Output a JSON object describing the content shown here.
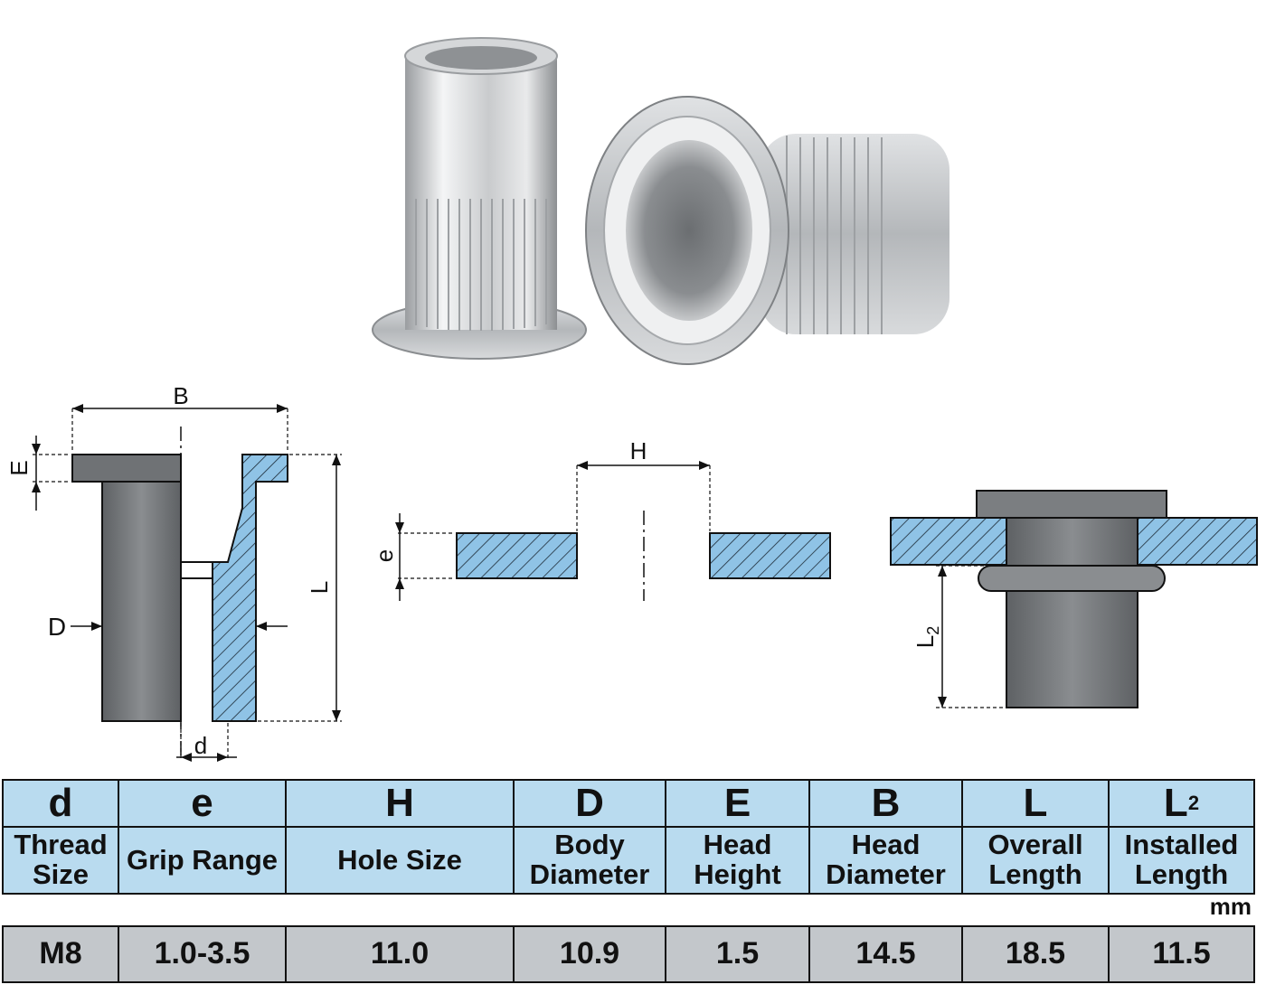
{
  "diagram": {
    "labels": {
      "B": "B",
      "E": "E",
      "L": "L",
      "D": "D",
      "d": "d",
      "H": "H",
      "e": "e",
      "L2_main": "L",
      "L2_sub": "2"
    }
  },
  "table": {
    "unit": "mm",
    "columns": [
      {
        "letter": "d",
        "name": "Thread Size",
        "value": "M8"
      },
      {
        "letter": "e",
        "name": "Grip Range",
        "value": "1.0-3.5"
      },
      {
        "letter": "H",
        "name": "Hole Size",
        "value": "11.0"
      },
      {
        "letter": "D",
        "name": "Body Diameter",
        "value": "10.9"
      },
      {
        "letter": "E",
        "name": "Head Height",
        "value": "1.5"
      },
      {
        "letter": "B",
        "name": "Head Diameter",
        "value": "14.5"
      },
      {
        "letter": "L",
        "name": "Overall Length",
        "value": "18.5"
      },
      {
        "letter": "L",
        "letter_sub": "2",
        "name": "Installed Length",
        "value": "11.5"
      }
    ]
  },
  "colors": {
    "header_bg": "#b9dbef",
    "value_bg": "#c3c7cb",
    "hatch_fill": "#8fc3e6",
    "metal_gray": "#6f7275"
  }
}
